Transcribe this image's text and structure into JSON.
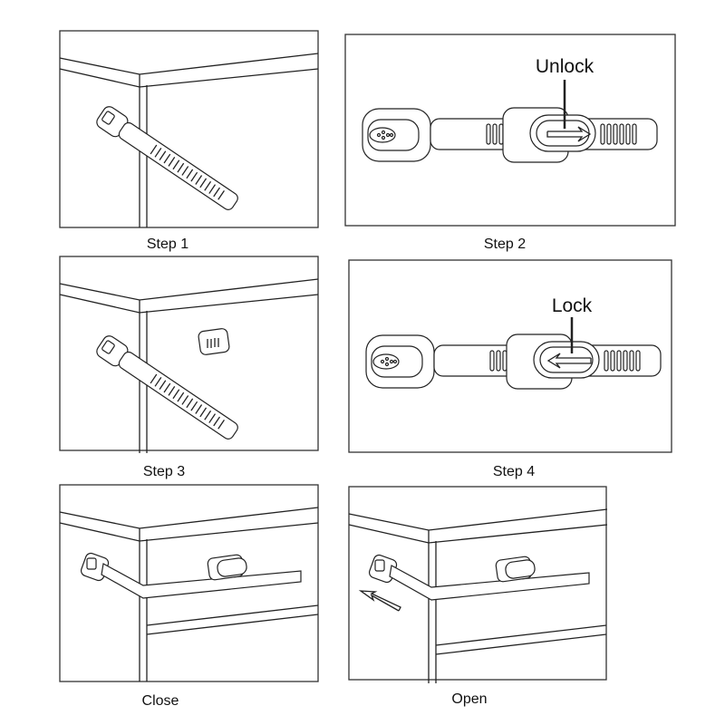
{
  "steps": [
    {
      "caption": "Step 1"
    },
    {
      "caption": "Step 2",
      "callout": "Unlock"
    },
    {
      "caption": "Step 3"
    },
    {
      "caption": "Step 4",
      "callout": "Lock"
    },
    {
      "caption": "Close"
    },
    {
      "caption": "Open"
    }
  ]
}
